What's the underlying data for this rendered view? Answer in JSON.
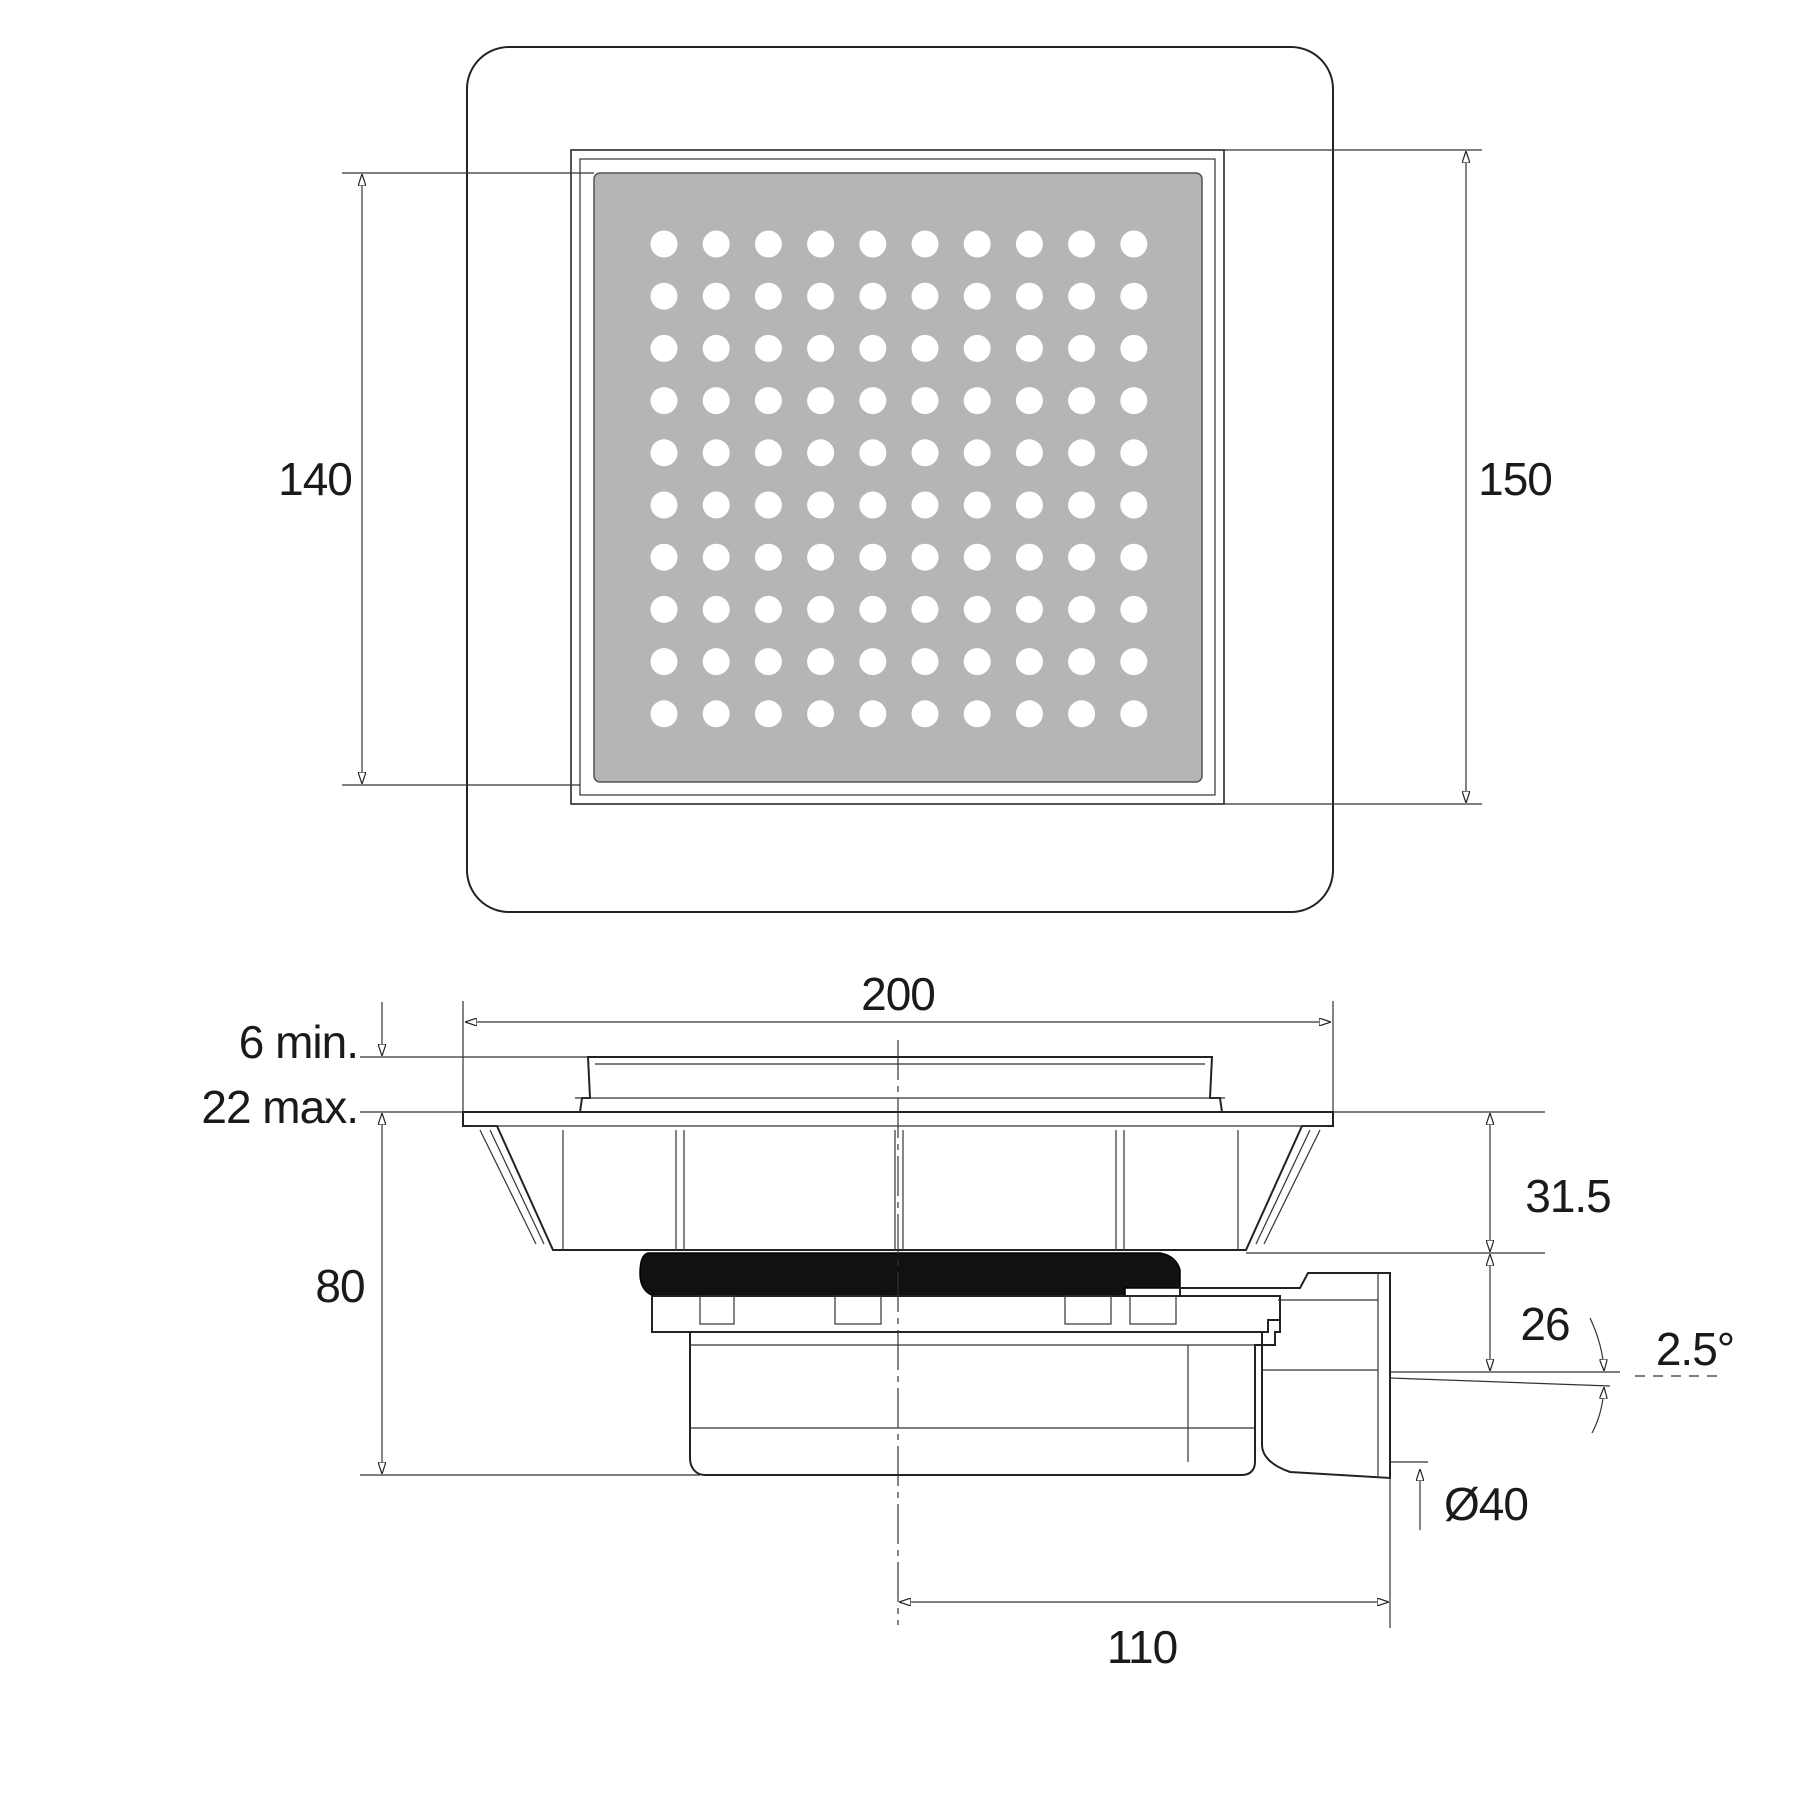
{
  "colors": {
    "line": "#222222",
    "grate": "#b5b5b5",
    "holes": "#ffffff",
    "seal": "#111111",
    "background": "#ffffff"
  },
  "plan_view": {
    "grate_holes": {
      "rows": 10,
      "cols": 10
    },
    "dimensions": {
      "inner": "140",
      "outer": "150"
    }
  },
  "section_view": {
    "dimensions": {
      "width": "200",
      "min_height": "6 min.",
      "max_height": "22 max.",
      "total_height": "80",
      "upper_height": "31.5",
      "outlet_height": "26",
      "slope": "2.5°",
      "outlet_diameter": "Ø40",
      "outlet_offset": "110"
    }
  }
}
